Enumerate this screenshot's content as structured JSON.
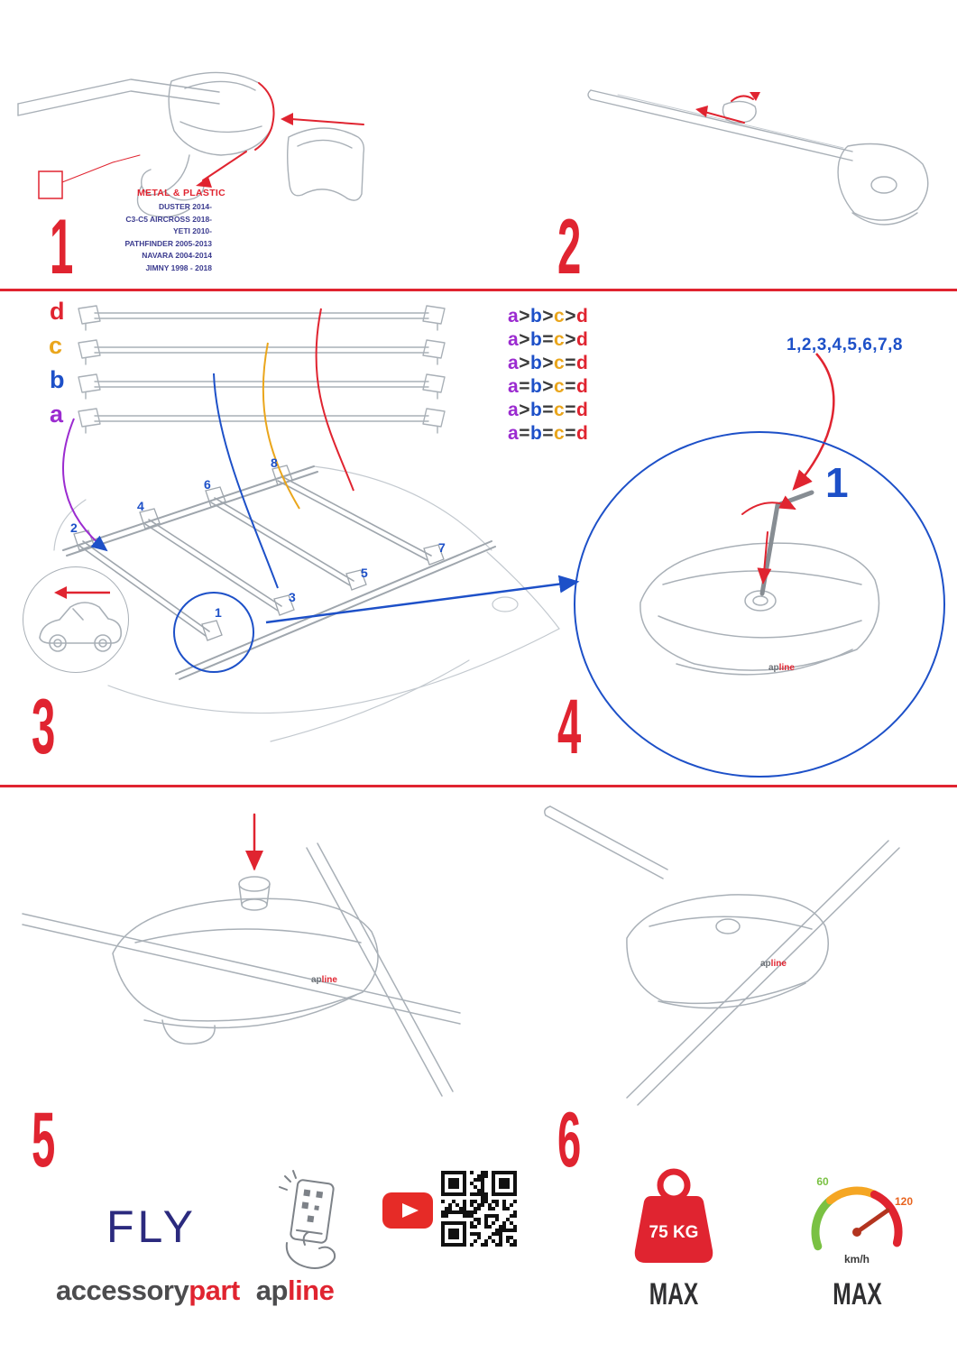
{
  "colors": {
    "accent_red": "#e02430",
    "blue": "#1d50c8",
    "purple": "#9b2bd0",
    "orange": "#eaa61c",
    "navy": "#2b2a7e",
    "operator": "#3a3a3a",
    "letters": {
      "a": "#9b2bd0",
      "b": "#1d50c8",
      "c": "#eaa61c",
      "d": "#e02430"
    },
    "gauge_green": "#7ac143",
    "gauge_yellow": "#f5a623",
    "gauge_red": "#e02430"
  },
  "steps": {
    "s1": {
      "number": "1",
      "material": "METAL & PLASTIC",
      "vehicles": [
        "DUSTER 2014-",
        "C3-C5 AIRCROSS 2018-",
        "YETI 2010-",
        "PATHFINDER 2005-2013",
        "NAVARA 2004-2014",
        "JIMNY 1998 - 2018"
      ]
    },
    "s2": {
      "number": "2"
    },
    "s3": {
      "number": "3",
      "bars": [
        {
          "label": "d"
        },
        {
          "label": "c"
        },
        {
          "label": "b"
        },
        {
          "label": "a"
        }
      ],
      "formulas": [
        "a>b>c>d",
        "a>b=c>d",
        "a>b>c=d",
        "a=b>c=d",
        "a>b=c=d",
        "a=b=c=d"
      ],
      "positions": [
        "1",
        "2",
        "3",
        "4",
        "5",
        "6",
        "7",
        "8"
      ]
    },
    "s4": {
      "number": "4",
      "sequence": "1,2,3,4,5,6,7,8",
      "detail_label": "1"
    },
    "s5": {
      "number": "5"
    },
    "s6": {
      "number": "6"
    }
  },
  "brand": {
    "model": "FLY",
    "accessory": "accessory",
    "part": "part",
    "ap": "ap",
    "line": "line"
  },
  "limits": {
    "weight_value": "75 KG",
    "weight_max": "MAX",
    "speed_low": "60",
    "speed_high": "120",
    "speed_unit": "km/h",
    "speed_max": "MAX"
  },
  "icons": {
    "youtube": "youtube-play-icon",
    "qr": "qr-code-icon",
    "phone": "phone-scan-icon",
    "car": "car-direction-icon",
    "weight": "weight-limit-icon",
    "speed": "speedometer-icon"
  }
}
